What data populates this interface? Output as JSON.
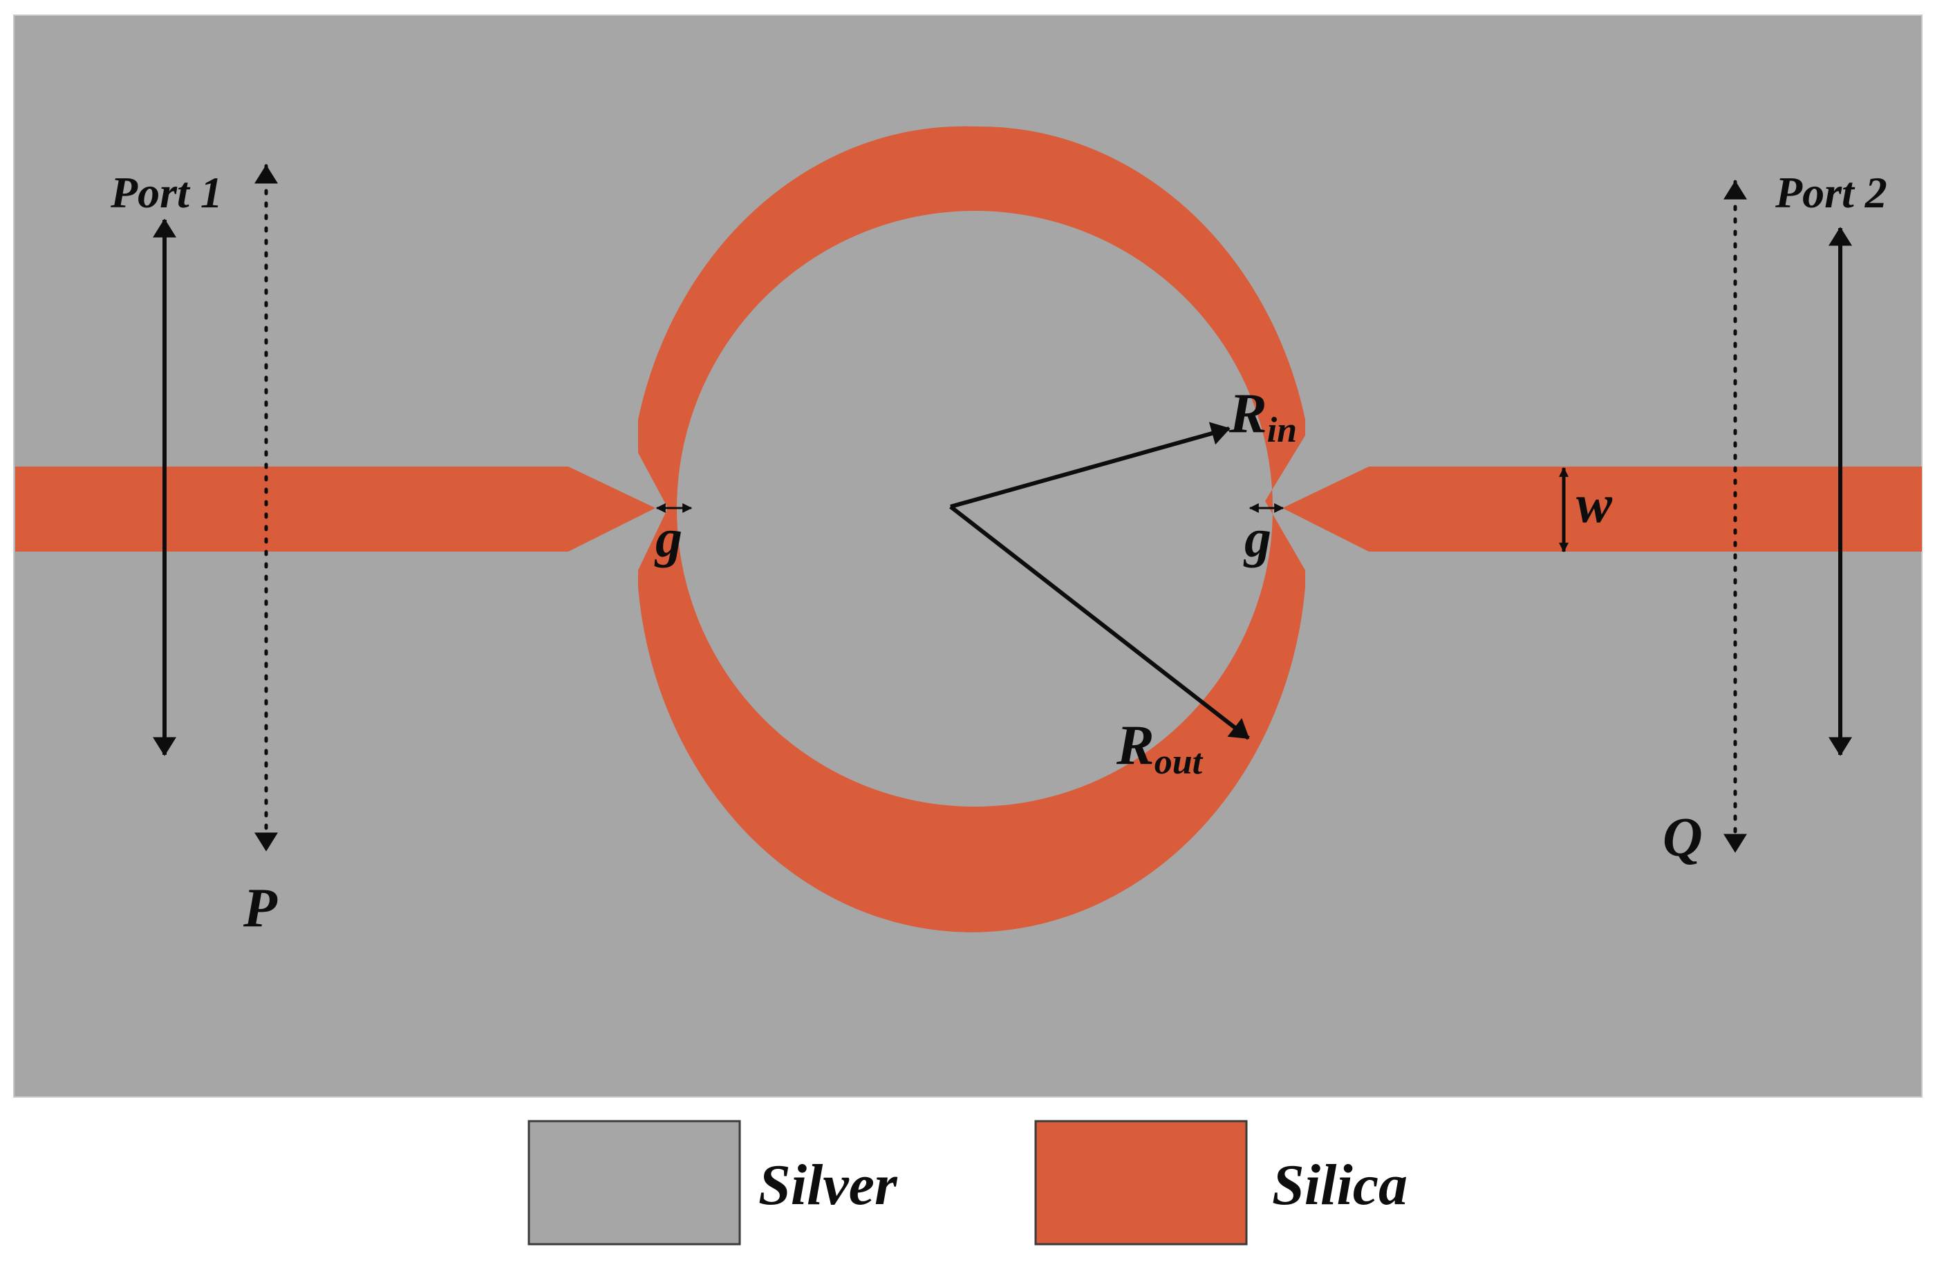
{
  "colors": {
    "silver": "#a6a6a6",
    "silica": "#d95c3b",
    "ink": "#0d0d0d",
    "border": "#3a3a3a",
    "background": "#ffffff"
  },
  "labels": {
    "port1": "Port 1",
    "port2": "Port 2",
    "P": "P",
    "Q": "Q",
    "g_left": "g",
    "g_right": "g",
    "w": "w",
    "R_in_main": "R",
    "R_in_sub": "in",
    "R_out_main": "R",
    "R_out_sub": "out"
  },
  "legend": [
    {
      "label": "Silver",
      "material": "silver"
    },
    {
      "label": "Silica",
      "material": "silica"
    }
  ]
}
